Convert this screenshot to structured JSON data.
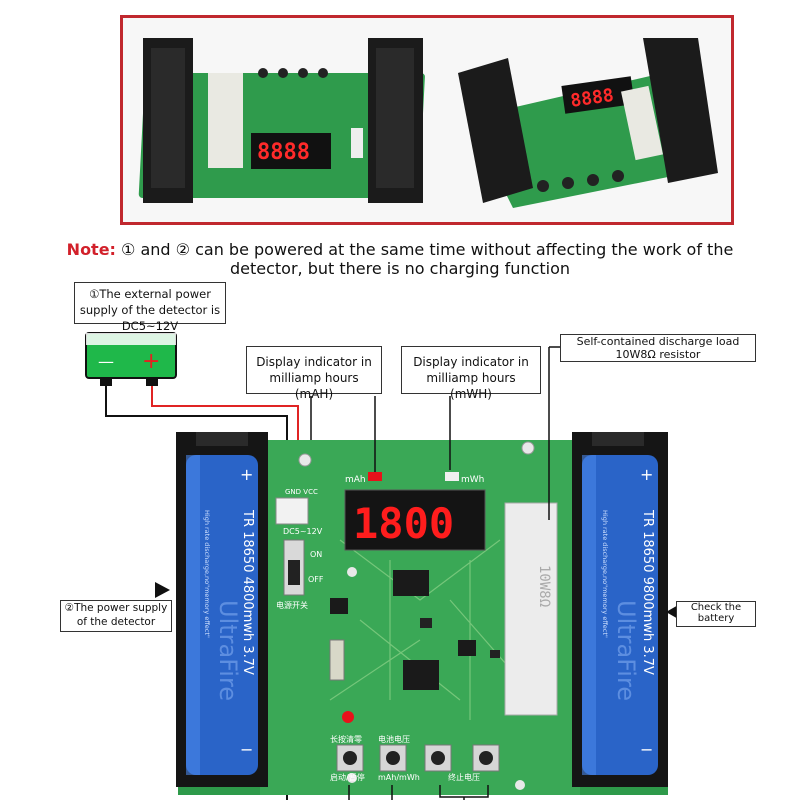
{
  "note": {
    "label": "Note:",
    "text": " ① and ② can be powered at the same time without affecting the work of the detector, but there is no charging function"
  },
  "callouts": {
    "external_power": "①The external power supply of the detector is DC5~12V",
    "mah_indicator": "Display indicator in milliamp hours (mAH)",
    "mwh_indicator": "Display indicator in milliamp hours (mWH)",
    "discharge_load": "Self-contained discharge load 10W8Ω resistor",
    "power_supply": "②The power supply of the detector",
    "check_battery": "Check the battery"
  },
  "power_supply": {
    "minus": "—",
    "plus": "+"
  },
  "display": {
    "reading": "1800"
  },
  "board": {
    "mah_label": "mAh",
    "mwh_label": "mWh",
    "dc_label": "DC5~12V",
    "gnd_vcc": "GND VCC",
    "switch_on": "ON",
    "switch_off": "OFF",
    "switch_label": "电源开关",
    "resistor_label": "10W8Ω",
    "btn_top_left": "长按清零",
    "btn_top_right": "电池电压",
    "btn_bottom_1": "启动/暂停",
    "btn_bottom_2": "mAh/mWh",
    "btn_bottom_3": "终止电压"
  },
  "battery_left": {
    "text": "TR 18650 4800mwh 3.7V",
    "small": "High rate discharge,no\"memory effect\"",
    "brand": "UltraFire"
  },
  "battery_right": {
    "text": "TR 18650 9800mwh 3.7V",
    "small": "High rate discharge,no\"memory effect\"",
    "brand": "UltraFire"
  },
  "colors": {
    "pcb": "#2e9a4a",
    "battery": "#2a64c8",
    "led": "#e8121a",
    "frame": "#c0282e",
    "wire_red": "#e02424",
    "psu": "#20b84a"
  }
}
